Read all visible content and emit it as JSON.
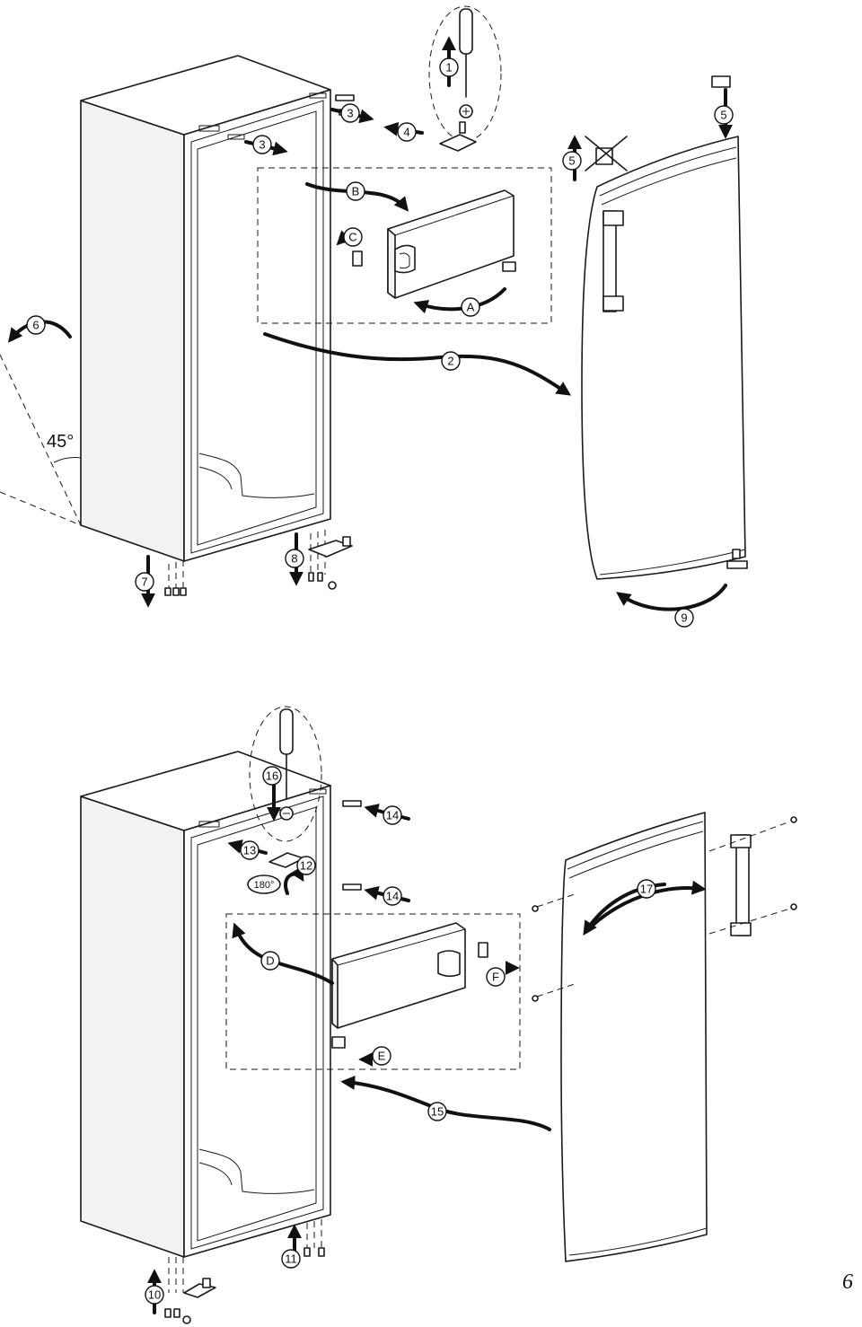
{
  "steps_top": {
    "s1": "1",
    "s2": "2",
    "s3a": "3",
    "s3b": "3",
    "s4": "4",
    "s5a": "5",
    "s5b": "5",
    "s6": "6",
    "s7": "7",
    "s8": "8",
    "s9": "9",
    "sA": "A",
    "sB": "B",
    "sC": "C"
  },
  "steps_bottom": {
    "s10": "10",
    "s11": "11",
    "s12": "12",
    "s13": "13",
    "s14a": "14",
    "s14b": "14",
    "s15": "15",
    "s16": "16",
    "s17": "17",
    "sD": "D",
    "sE": "E",
    "sF": "F"
  },
  "angles": {
    "tilt": "45°",
    "rotate": "180°"
  },
  "page_number": "6",
  "icons": [
    "screwdriver-icon",
    "screw-icon",
    "hinge-icon",
    "door-handle-icon",
    "crossed-out-icon"
  ]
}
